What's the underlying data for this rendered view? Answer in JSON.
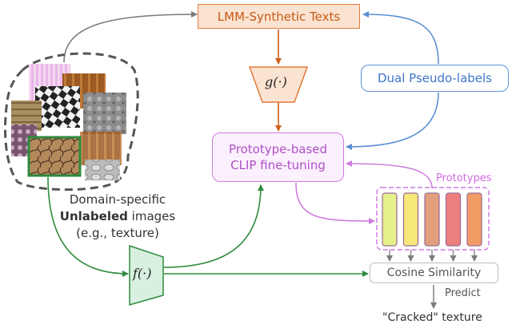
{
  "nodes": {
    "lmm_texts": "LMM-Synthetic Texts",
    "dual_pseudo_labels": "Dual Pseudo-labels",
    "prototype_finetune_line1": "Prototype-based",
    "prototype_finetune_line2": "CLIP fine-tuning",
    "cosine_similarity": "Cosine Similarity",
    "g_function": "g(·)",
    "f_function": "f(·)",
    "prototypes": "Prototypes"
  },
  "domain_text": {
    "line1": "Domain-specific",
    "bold": "Unlabeled",
    "line2_rest": " images",
    "line3": "(e.g., texture)"
  },
  "output": {
    "predict": "Predict",
    "result": "\"Cracked\" texture"
  },
  "colors": {
    "orange": "#e07b3a",
    "blue": "#5b8fd6",
    "purple": "#cf7ce0",
    "green": "#2e8b3e",
    "gray": "#888888"
  },
  "prototype_colors": [
    "#e4f08a",
    "#f7e87a",
    "#e2a07e",
    "#ee7f7f",
    "#f29a63"
  ]
}
